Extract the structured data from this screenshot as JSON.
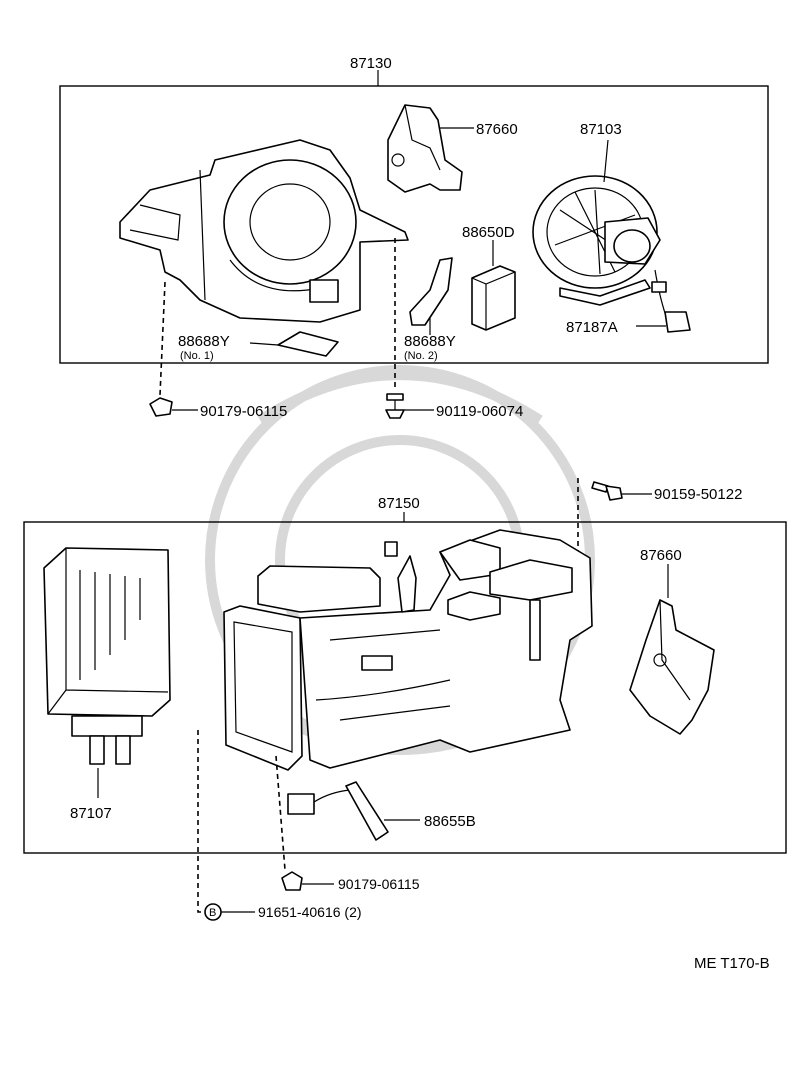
{
  "labels": {
    "group_top": "87130",
    "switch_top": "87660",
    "motor": "87103",
    "resistor": "88650D",
    "seal1": "88688Y",
    "seal1_sub": "(No. 1)",
    "seal2": "88688Y",
    "seal2_sub": "(No. 2)",
    "harness": "87187A",
    "screw_left": "90179-06115",
    "bolt_mid": "90119-06074",
    "screw_top_right": "90159-50122",
    "group_bottom": "87150",
    "switch_bottom": "87660",
    "core": "87107",
    "thermistor": "88655B",
    "screw_bottom": "90179-06115",
    "clip": "91651-40616 (2)",
    "clip_marker": "B",
    "ref_code": "ME T170-B"
  }
}
